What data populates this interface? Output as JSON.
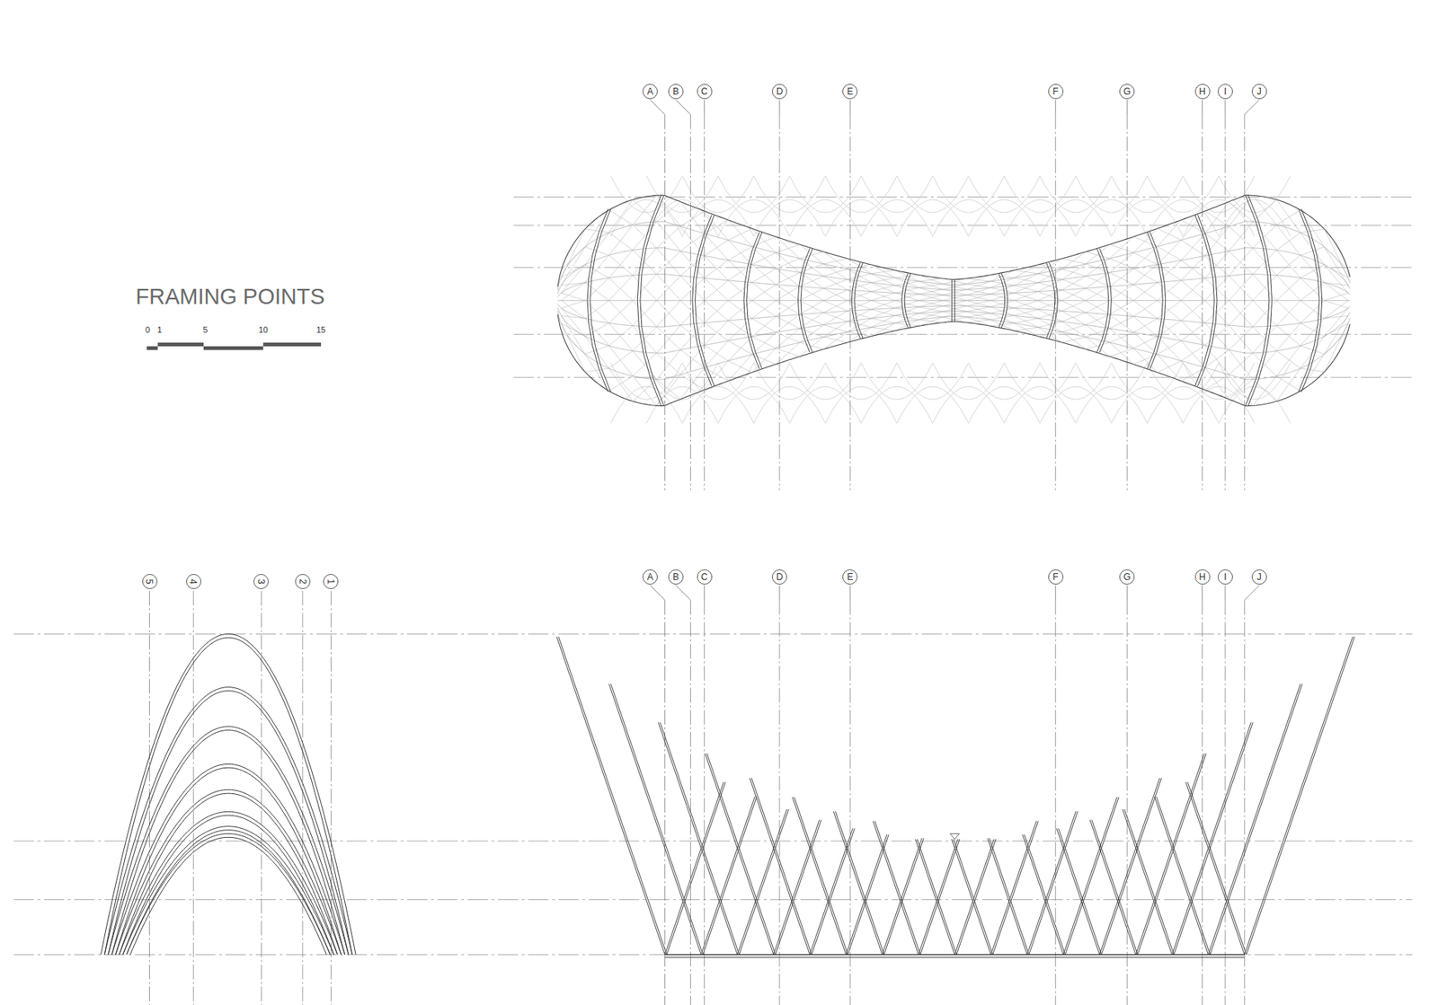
{
  "diagram": {
    "title": "FRAMING POINTS",
    "nodes": [
      {
        "text": [
          "A"
        ]
      },
      {
        "text": [
          "B"
        ]
      },
      {
        "text": [
          "C"
        ]
      },
      {
        "text": [
          "D"
        ]
      },
      {
        "text": [
          "E"
        ]
      },
      {
        "text": [
          "F"
        ]
      },
      {
        "text": [
          "G"
        ]
      },
      {
        "text": [
          "H"
        ]
      },
      {
        "text": [
          "I"
        ]
      },
      {
        "text": [
          "J"
        ]
      },
      {
        "text": [
          "5"
        ]
      },
      {
        "text": [
          "4"
        ]
      },
      {
        "text": [
          "3"
        ]
      },
      {
        "text": [
          "2"
        ]
      },
      {
        "text": [
          "1"
        ]
      },
      {
        "text": [
          "A"
        ]
      },
      {
        "text": [
          "B"
        ]
      },
      {
        "text": [
          "C"
        ]
      },
      {
        "text": [
          "D"
        ]
      },
      {
        "text": [
          "E"
        ]
      },
      {
        "text": [
          "F"
        ]
      },
      {
        "text": [
          "G"
        ]
      },
      {
        "text": [
          "H"
        ]
      },
      {
        "text": [
          "I"
        ]
      },
      {
        "text": [
          "J"
        ]
      }
    ],
    "labels": [
      "0",
      "1",
      "5",
      "10",
      "15"
    ]
  }
}
